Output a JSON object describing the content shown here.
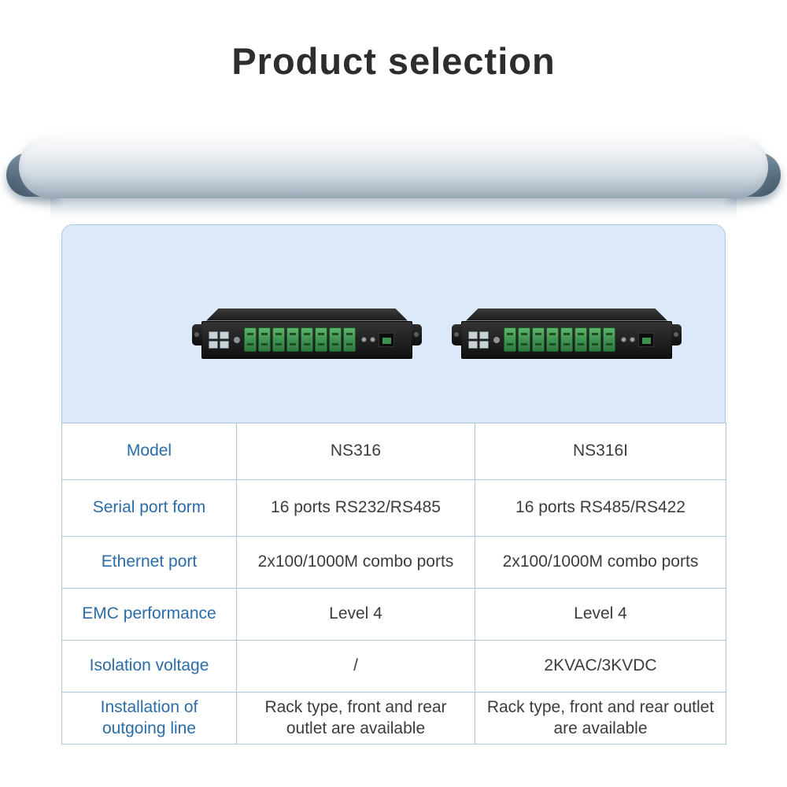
{
  "page": {
    "title": "Product selection"
  },
  "table": {
    "rows": [
      {
        "label": "Model",
        "col1": "NS316",
        "col2": "NS316I"
      },
      {
        "label": "Serial port form",
        "col1": "16 ports RS232/RS485",
        "col2": "16 ports RS485/RS422"
      },
      {
        "label": "Ethernet port",
        "col1": "2x100/1000M combo ports",
        "col2": "2x100/1000M combo ports"
      },
      {
        "label": "EMC performance",
        "col1": "Level 4",
        "col2": "Level 4"
      },
      {
        "label": "Isolation voltage",
        "col1": "/",
        "col2": "2KVAC/3KVDC"
      },
      {
        "label": "Installation of outgoing line",
        "col1": "Rack type, front and rear outlet are available",
        "col2": "Rack type, front and rear outlet are available"
      }
    ]
  },
  "colors": {
    "label_blue": "#2a6ca8",
    "table_border": "#a9c7dd",
    "panel_background": "#dce9f8",
    "terminal_block_green": "#3f9150",
    "banner_cap_slate": "#53697b"
  }
}
